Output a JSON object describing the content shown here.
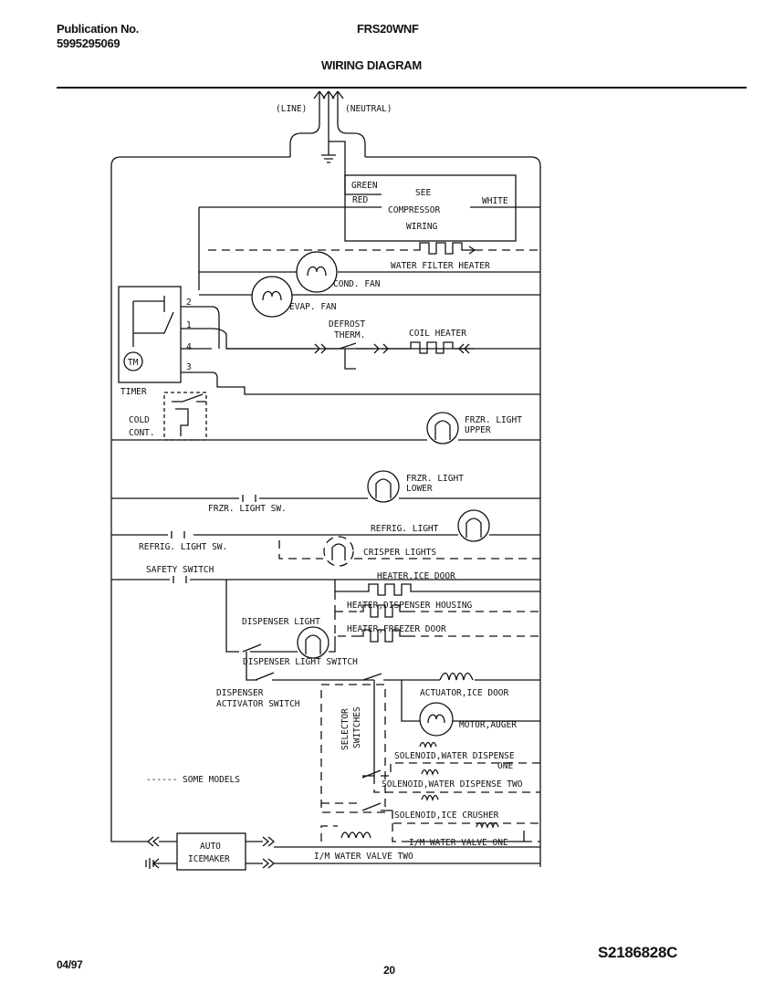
{
  "header": {
    "publication_label": "Publication No.",
    "publication_number": "5995295069",
    "model": "FRS20WNF",
    "title": "WIRING DIAGRAM"
  },
  "footer": {
    "date": "04/97",
    "page_number": "20",
    "drawing_code": "S2186828C"
  },
  "labels": {
    "line": "(LINE)",
    "neutral": "(NEUTRAL)",
    "green": "GREEN",
    "red": "RED",
    "white": "WHITE",
    "see": "SEE",
    "compressor": "COMPRESSOR",
    "wiring": "WIRING",
    "water_filter_heater": "WATER FILTER HEATER",
    "cond_fan": "COND. FAN",
    "evap_fan": "EVAP. FAN",
    "defrost": "DEFROST",
    "therm": "THERM.",
    "coil_heater": "COIL HEATER",
    "timer_term_2": "2",
    "timer_term_1": "1",
    "timer_term_4": "4",
    "timer_term_3": "3",
    "timer_motor": "TM",
    "timer": "TIMER",
    "cold": "COLD",
    "cont": "CONT.",
    "frzr_light_upper_1": "FRZR. LIGHT",
    "frzr_light_upper_2": "UPPER",
    "frzr_light_lower_1": "FRZR. LIGHT",
    "frzr_light_lower_2": "LOWER",
    "frzr_light_sw": "FRZR. LIGHT SW.",
    "refrig_light": "REFRIG. LIGHT",
    "refrig_light_sw": "REFRIG. LIGHT SW.",
    "crisper_lights": "CRISPER LIGHTS",
    "safety_switch": "SAFETY SWITCH",
    "heater_ice_door": "HEATER,ICE DOOR",
    "heater_dispenser_housing": "HEATER,DISPENSER HOUSING",
    "heater_freezer_door": "HEATER,FREEZER DOOR",
    "dispenser_light": "DISPENSER LIGHT",
    "dispenser_light_switch": "DISPENSER LIGHT SWITCH",
    "dispenser": "DISPENSER",
    "activator_switch": "ACTIVATOR SWITCH",
    "actuator_ice_door": "ACTUATOR,ICE DOOR",
    "motor_auger": "MOTOR,AUGER",
    "selector": "SELECTOR",
    "switches": "SWITCHES",
    "solenoid_water_dispense_one_1": "SOLENOID,WATER DISPENSE",
    "solenoid_water_dispense_one_2": "ONE",
    "solenoid_water_dispense_two": "SOLENOID,WATER DISPENSE TWO",
    "solenoid_ice_crusher": "SOLENOID,ICE CRUSHER",
    "im_water_valve_one": "I/M WATER VALVE ONE",
    "im_water_valve_two": "I/M WATER VALVE TWO",
    "some_models": "------ SOME MODELS",
    "auto": "AUTO",
    "icemaker": "ICEMAKER"
  }
}
